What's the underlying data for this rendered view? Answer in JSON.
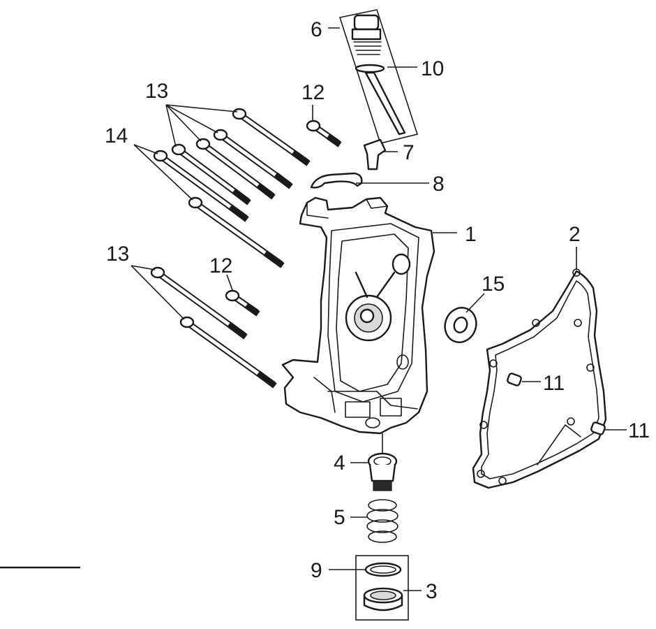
{
  "callouts": {
    "c1": "1",
    "c2": "2",
    "c3": "3",
    "c4": "4",
    "c5": "5",
    "c6": "6",
    "c7": "7",
    "c8": "8",
    "c9": "9",
    "c10": "10",
    "c11a": "11",
    "c11b": "11",
    "c12a": "12",
    "c12b": "12",
    "c13a": "13",
    "c13b": "13",
    "c14": "14",
    "c15": "15"
  },
  "colors": {
    "line": "#1a1a1a",
    "background": "#ffffff"
  }
}
